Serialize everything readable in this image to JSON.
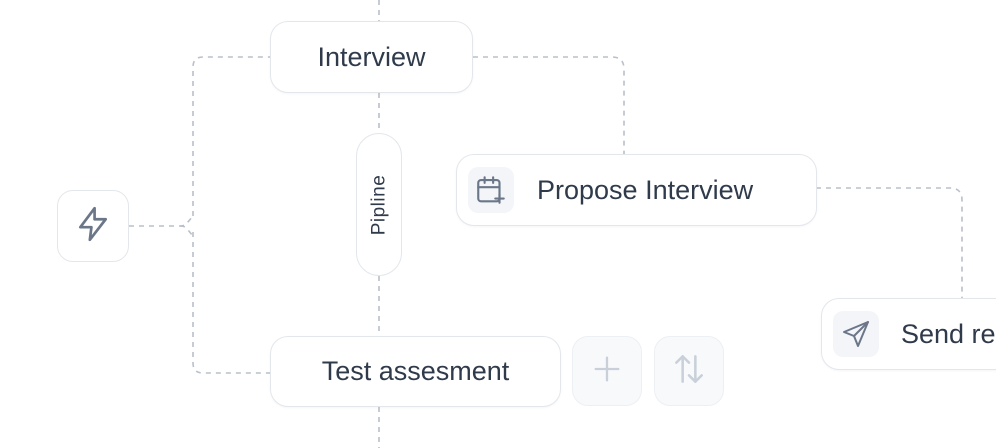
{
  "nodes": {
    "interview": {
      "label": "Interview"
    },
    "propose_interview": {
      "label": "Propose Interview",
      "icon": "calendar-plus-icon"
    },
    "test_assessment": {
      "label": "Test assesment"
    },
    "send": {
      "label": "Send re",
      "icon": "send-icon"
    }
  },
  "trigger": {
    "icon": "lightning-icon"
  },
  "pipeline": {
    "label": "Pipline"
  },
  "actions": {
    "add": {
      "icon": "plus-icon"
    },
    "reorder": {
      "icon": "arrows-up-down-icon"
    }
  },
  "colors": {
    "border": "#e3e7ec",
    "text": "#2f3a4b",
    "connector": "#b9c0c9",
    "icon": "#6b7789",
    "ghost_icon": "#c9d0d9"
  }
}
